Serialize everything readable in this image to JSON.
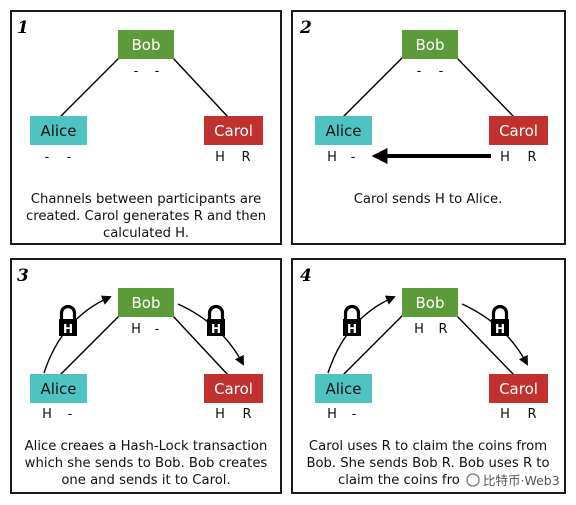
{
  "colors": {
    "bob": "#5c9a3a",
    "alice": "#4fc3c1",
    "carol": "#c0312f",
    "frame": "#1a1a1a"
  },
  "panels": [
    {
      "number": "1",
      "bob": {
        "name": "Bob",
        "keys": [
          "-",
          "-"
        ]
      },
      "alice": {
        "name": "Alice",
        "keys": [
          "-",
          "-"
        ]
      },
      "carol": {
        "name": "Carol",
        "keys": [
          "H",
          "R"
        ]
      },
      "caption": [
        "Channels between participants are",
        "created. Carol generates R and then",
        "calculated H."
      ]
    },
    {
      "number": "2",
      "bob": {
        "name": "Bob",
        "keys": [
          "-",
          "-"
        ]
      },
      "alice": {
        "name": "Alice",
        "keys": [
          "H",
          "-"
        ]
      },
      "carol": {
        "name": "Carol",
        "keys": [
          "H",
          "R"
        ]
      },
      "caption": [
        "Carol sends H to Alice."
      ]
    },
    {
      "number": "3",
      "bob": {
        "name": "Bob",
        "keys": [
          "H",
          "-"
        ]
      },
      "alice": {
        "name": "Alice",
        "keys": [
          "H",
          "-"
        ]
      },
      "carol": {
        "name": "Carol",
        "keys": [
          "H",
          "R"
        ]
      },
      "lock_letter": "H",
      "caption": [
        "Alice creaes a Hash-Lock transaction",
        "which she sends to Bob. Bob creates",
        "one and sends it to Carol."
      ]
    },
    {
      "number": "4",
      "bob": {
        "name": "Bob",
        "keys": [
          "H",
          "R"
        ]
      },
      "alice": {
        "name": "Alice",
        "keys": [
          "H",
          "-"
        ]
      },
      "carol": {
        "name": "Carol",
        "keys": [
          "H",
          "R"
        ]
      },
      "lock_letter": "H",
      "caption": [
        "Carol uses R to claim the coins from",
        "Bob. She sends Bob R. Bob uses R to",
        "claim the coins fro"
      ]
    }
  ],
  "watermark": "比特币·Web3"
}
